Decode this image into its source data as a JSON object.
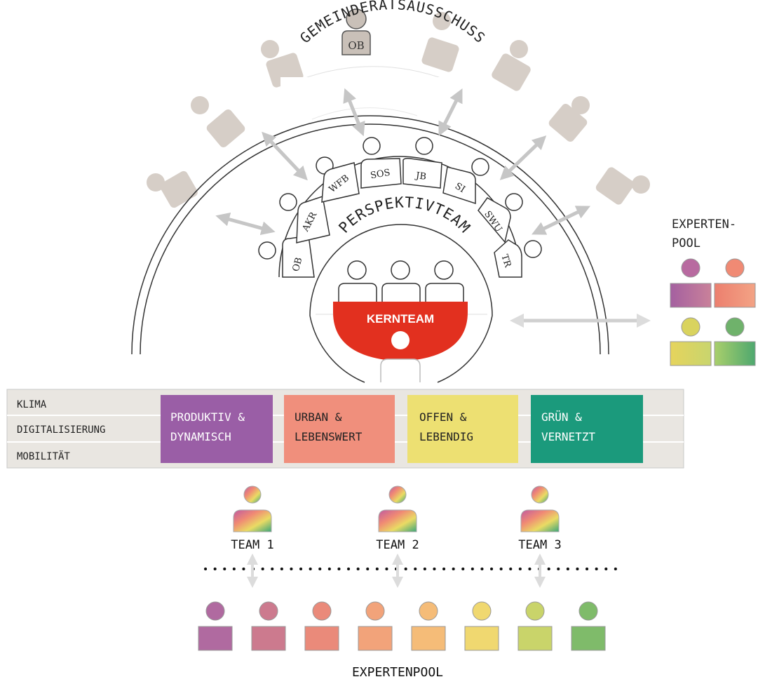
{
  "council": {
    "title": "GEMEINDERATSAUSSCHUSS",
    "chair_label": "OB",
    "colors": {
      "seat": "#d6cec7",
      "chair": "#c9c0b8"
    }
  },
  "perspective_team": {
    "title": "PERSPEKTIVTEAM",
    "members": [
      "OB",
      "AKR",
      "WFB",
      "SOS",
      "JB",
      "SI",
      "SWU",
      "TR"
    ]
  },
  "core_team": {
    "label": "KERNTEAM",
    "color": "#e2301f"
  },
  "side_pool": {
    "title_line1": "EXPERTEN-",
    "title_line2": "POOL",
    "colors": [
      "#b86aa0",
      "#f08a74",
      "#d9d35e",
      "#6fb26b"
    ]
  },
  "topics_panel": {
    "rows": [
      "KLIMA",
      "DIGITALISIERUNG",
      "MOBILITÄT"
    ],
    "cards": [
      {
        "line1": "PRODUKTIV &",
        "line2": "DYNAMISCH",
        "color": "#9a5ea6"
      },
      {
        "line1": "URBAN &",
        "line2": "LEBENSWERT",
        "color": "#f08f7c"
      },
      {
        "line1": "OFFEN &",
        "line2": "LEBENDIG",
        "color": "#ede072"
      },
      {
        "line1": "GRÜN &",
        "line2": "VERNETZT",
        "color": "#1b9a7c"
      }
    ]
  },
  "teams": [
    "TEAM 1",
    "TEAM 2",
    "TEAM 3"
  ],
  "bottom_pool": {
    "title": "EXPERTENPOOL",
    "colors": [
      "#b06aa0",
      "#cc7a8e",
      "#ea8a7a",
      "#f2a37a",
      "#f5bc78",
      "#f0d870",
      "#c9d46a",
      "#7fbb6a"
    ]
  }
}
